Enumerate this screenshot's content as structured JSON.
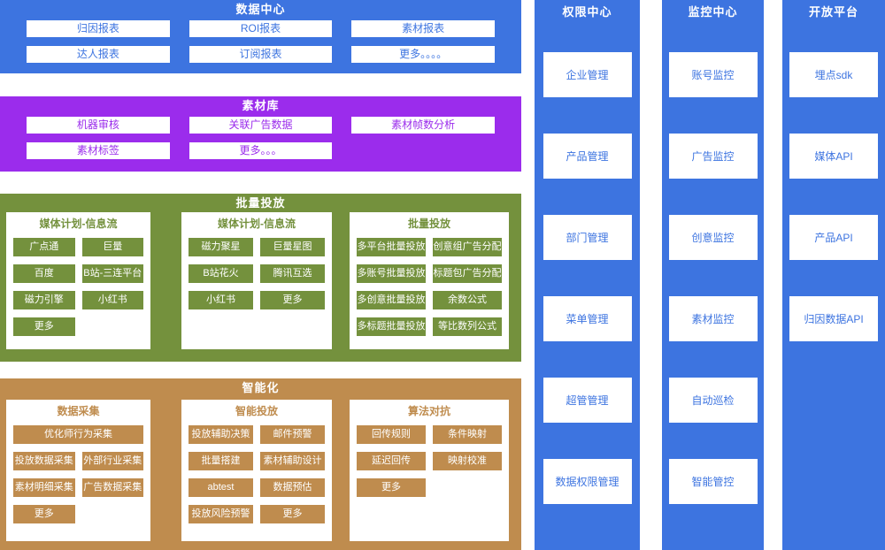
{
  "colors": {
    "blue": "#3D74E0",
    "purple": "#9B2CEC",
    "green": "#74913D",
    "brown": "#BF8C4E",
    "card_bg": "#FFFFFF"
  },
  "left_bands": {
    "data_center": {
      "title": "数据中心",
      "buttons": [
        "归因报表",
        "ROI报表",
        "素材报表",
        "达人报表",
        "订阅报表",
        "更多。。。。"
      ]
    },
    "material_library": {
      "title": "素材库",
      "buttons": [
        "机器审核",
        "关联广告数据",
        "素材帧数分析",
        "素材标签",
        "更多。。。"
      ]
    },
    "batch_delivery": {
      "title": "批量投放",
      "panels": [
        {
          "title": "媒体计划-信息流",
          "rows": [
            [
              "广点通",
              "巨量"
            ],
            [
              "百度",
              "B站-三连平台"
            ],
            [
              "磁力引擎",
              "小红书"
            ],
            [
              "更多"
            ]
          ]
        },
        {
          "title": "媒体计划-信息流",
          "rows": [
            [
              "磁力聚星",
              "巨量星图"
            ],
            [
              "B站花火",
              "腾讯互选"
            ],
            [
              "小红书",
              "更多"
            ]
          ]
        },
        {
          "title": "批量投放",
          "rows": [
            [
              "多平台批量投放",
              "创意组广告分配"
            ],
            [
              "多账号批量投放",
              "标题包广告分配"
            ],
            [
              "多创意批量投放",
              "余数公式"
            ],
            [
              "多标题批量投放",
              "等比数列公式"
            ]
          ]
        }
      ]
    },
    "intelligence": {
      "title": "智能化",
      "panels": [
        {
          "title": "数据采集",
          "rows": [
            [
              {
                "label": "优化师行为采集",
                "span": 2
              }
            ],
            [
              "投放数据采集",
              "外部行业采集"
            ],
            [
              "素材明细采集",
              "广告数据采集"
            ],
            [
              "更多"
            ]
          ]
        },
        {
          "title": "智能投放",
          "rows": [
            [
              "投放辅助决策",
              "邮件预警"
            ],
            [
              "批量搭建",
              "素材辅助设计"
            ],
            [
              "abtest",
              "数据预估"
            ],
            [
              "投放风险预警",
              "更多"
            ]
          ]
        },
        {
          "title": "算法对抗",
          "rows": [
            [
              "回传规则",
              "条件映射"
            ],
            [
              "延迟回传",
              "映射校准"
            ],
            [
              "更多"
            ]
          ]
        }
      ]
    }
  },
  "right_columns": [
    {
      "title": "权限中心",
      "cards": [
        "企业管理",
        "产品管理",
        "部门管理",
        "菜单管理",
        "超管管理",
        "数据权限管理"
      ]
    },
    {
      "title": "监控中心",
      "cards": [
        "账号监控",
        "广告监控",
        "创意监控",
        "素材监控",
        "自动巡检",
        "智能管控"
      ]
    },
    {
      "title": "开放平台",
      "cards": [
        "埋点sdk",
        "媒体API",
        "产品API",
        "归因数据API"
      ]
    }
  ]
}
